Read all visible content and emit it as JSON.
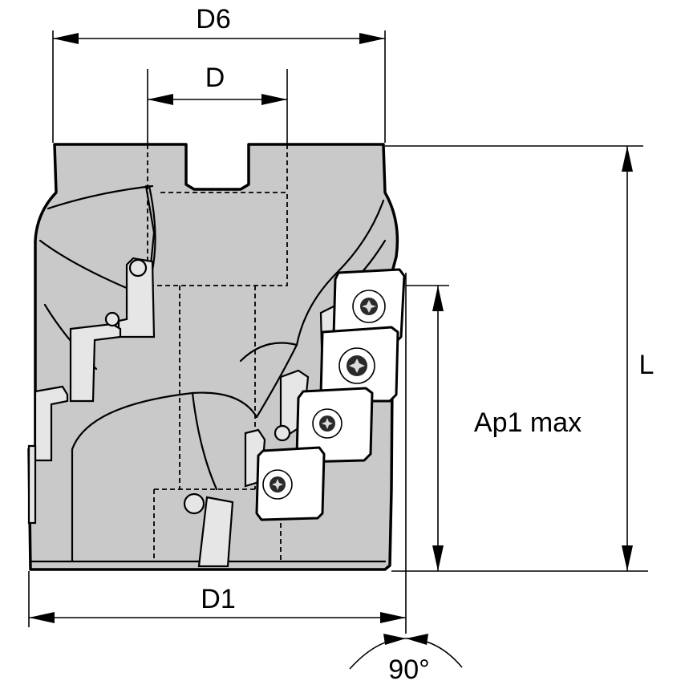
{
  "labels": {
    "d6": "D6",
    "d": "D",
    "l": "L",
    "ap1_max": "Ap1 max",
    "d1": "D1",
    "angle": "90°"
  },
  "colors": {
    "body": "#c9c9c9",
    "outline": "#000000",
    "insert": "#ffffff"
  }
}
